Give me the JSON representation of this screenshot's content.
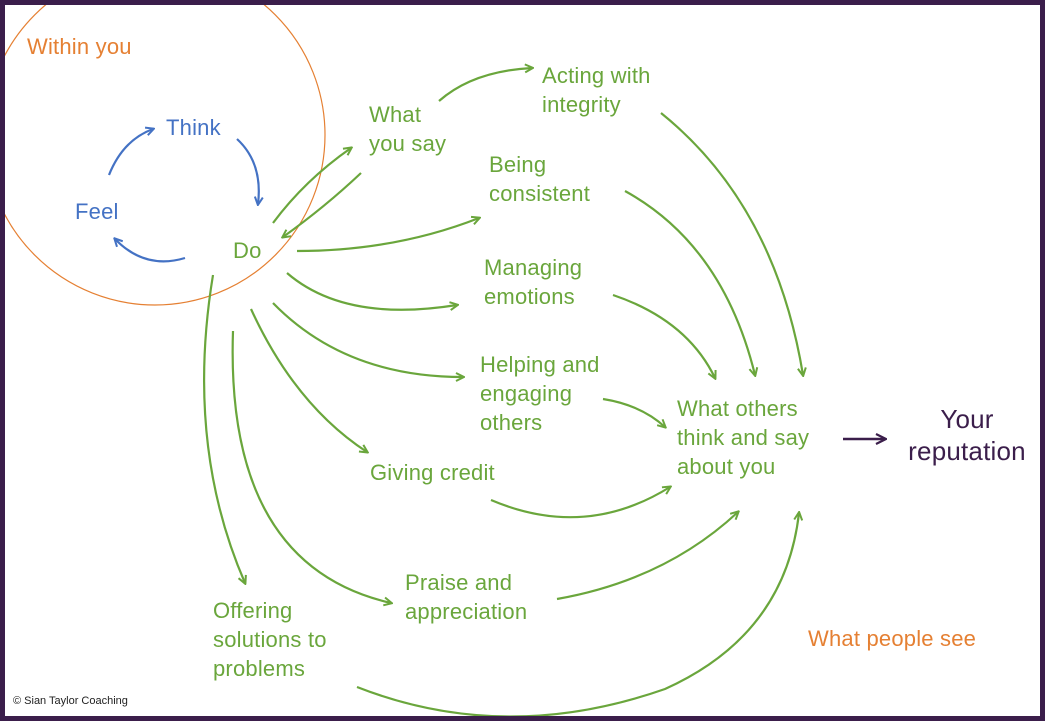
{
  "within_label": "Within you",
  "people_see_label": "What people see",
  "cycle": {
    "think": "Think",
    "feel": "Feel",
    "do": "Do"
  },
  "behaviours": {
    "what_you_say": "What\nyou say",
    "acting_integrity": "Acting with\nintegrity",
    "being_consistent": "Being\nconsistent",
    "managing_emotions": "Managing\nemotions",
    "helping_engaging": "Helping and\nengaging\nothers",
    "giving_credit": "Giving credit",
    "praise_appreciation": "Praise and\nappreciation",
    "offering_solutions": "Offering\nsolutions to\nproblems"
  },
  "what_others": "What others\nthink and say\nabout you",
  "reputation": "Your\nreputation",
  "copyright": "© Sian Taylor Coaching",
  "colors": {
    "green": "#6aa63c",
    "blue": "#4472c4",
    "orange": "#e58033",
    "purple": "#3b1e4b",
    "border": "#3b1e4b"
  }
}
